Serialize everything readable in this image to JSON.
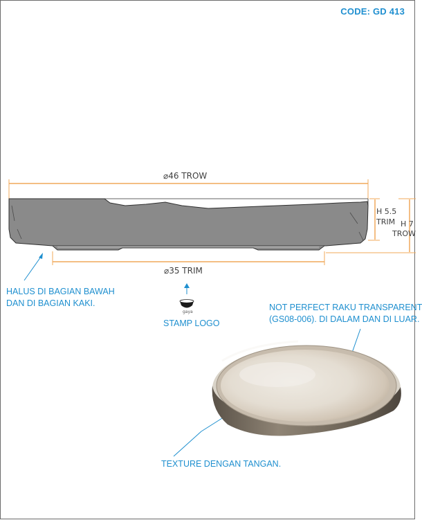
{
  "code": "CODE: GD 413",
  "dimensions": {
    "outer_diameter": "⌀46 TROW",
    "inner_diameter": "⌀35 TRIM",
    "height_trim_1": "H 5.5",
    "height_trim_2": "TRIM",
    "height_trow_1": "H 7",
    "height_trow_2": "TROW"
  },
  "notes": {
    "bottom_line1": "HALUS DI BAGIAN BAWAH",
    "bottom_line2": "DAN DI BAGIAN KAKI.",
    "stamp": "STAMP LOGO",
    "stamp_brand": "gaya",
    "glaze_line1": "NOT PERFECT RAKU TRANSPARENT",
    "glaze_line2": "(GS08-006). DI DALAM DAN DI LUAR.",
    "texture": "TEXTURE DENGAN TANGAN."
  },
  "colors": {
    "accent_blue": "#1e8fcf",
    "dimension_orange": "#f0a85a",
    "plate_gray": "#8a8a8a"
  }
}
